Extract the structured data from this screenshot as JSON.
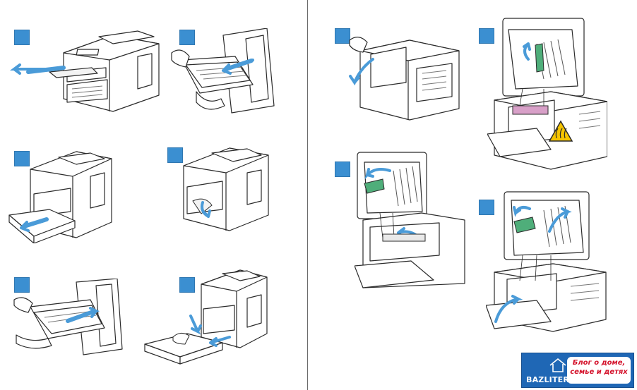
{
  "steps": [
    {
      "id": "step-1"
    },
    {
      "id": "step-2"
    },
    {
      "id": "step-3"
    },
    {
      "id": "step-4"
    },
    {
      "id": "step-5"
    },
    {
      "id": "step-6"
    },
    {
      "id": "step-7"
    },
    {
      "id": "step-8"
    },
    {
      "id": "step-9"
    },
    {
      "id": "step-10"
    }
  ],
  "warning_icon": "hot-surface-warning-icon",
  "logo": {
    "site": "BAZLITER.RU",
    "tagline": "Блог о доме, семье и детях"
  },
  "colors": {
    "step_badge": "#3b8fd1",
    "arrow": "#4a9bd8",
    "line": "#2b2b2b",
    "warning": "#f5c400",
    "fuser_highlight": "#d8a0c8",
    "green_lever": "#4fae7a",
    "logo_bg": "#1f67b5",
    "logo_text": "#d4122b"
  }
}
